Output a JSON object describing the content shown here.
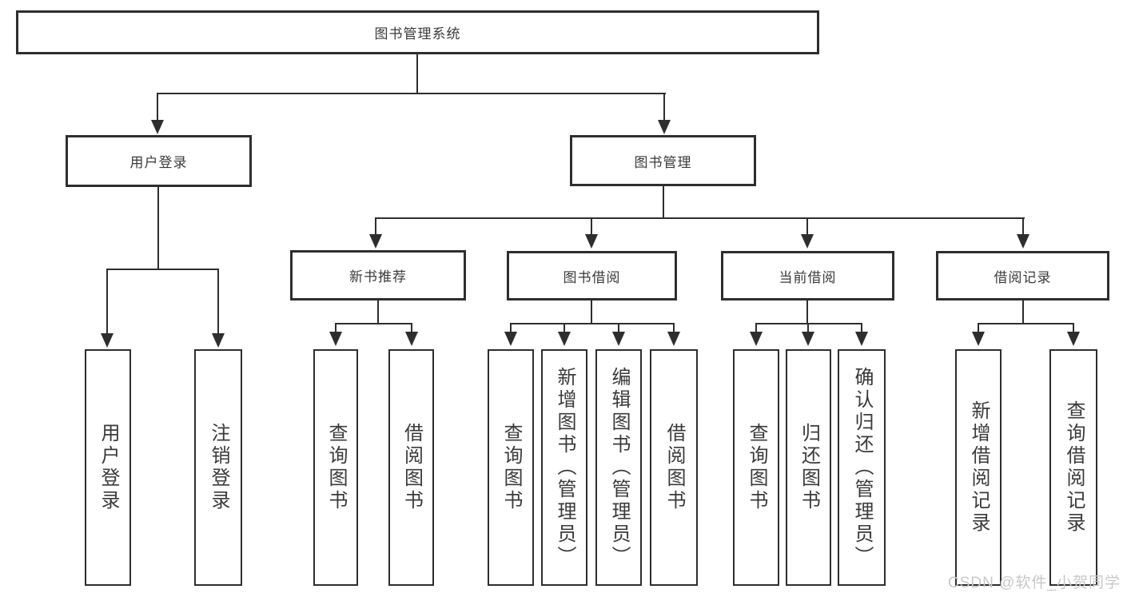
{
  "diagram": {
    "title": "图书管理系统",
    "root": "图书管理系统",
    "level2": [
      "用户登录",
      "图书管理"
    ],
    "level3": [
      "新书推荐",
      "图书借阅",
      "当前借阅",
      "借阅记录"
    ],
    "leaves_user_login": [
      "用户登录",
      "注销登录"
    ],
    "leaves_new_books": [
      "查询图书",
      "借阅图书"
    ],
    "leaves_book_borrow": [
      "查询图书",
      "新增图书（管理员）",
      "编辑图书（管理员）",
      "借阅图书"
    ],
    "leaves_current_borrow": [
      "查询图书",
      "归还图书",
      "确认归还（管理员）"
    ],
    "leaves_borrow_records": [
      "新增借阅记录",
      "查询借阅记录"
    ],
    "colors": {
      "line": "#2e2e2e",
      "text": "#3a3a3a",
      "background": "#ffffff",
      "watermark": "#c8c8c8"
    }
  },
  "watermark": "CSDN @软件_小贺同学"
}
